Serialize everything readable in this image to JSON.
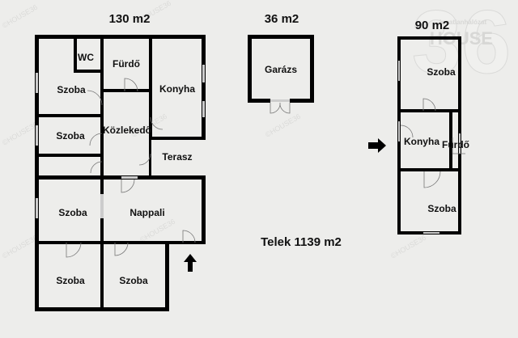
{
  "areas": {
    "main_house": "130 m2",
    "garage": "36 m2",
    "annex": "90 m2",
    "plot": "Telek 1139 m2"
  },
  "main_house_rooms": {
    "wc": "WC",
    "bathroom": "Fürdő",
    "kitchen": "Konyha",
    "room_top": "Szoba",
    "room_mid": "Szoba",
    "hallway": "Közlekedő",
    "terrace": "Terasz",
    "room_left": "Szoba",
    "living_room": "Nappali",
    "room_bottom_left": "Szoba",
    "room_bottom_right": "Szoba"
  },
  "garage_rooms": {
    "garage": "Garázs"
  },
  "annex_rooms": {
    "room_top": "Szoba",
    "kitchen": "Konyha",
    "bathroom": "Fürdő",
    "room_bottom": "Szoba"
  },
  "watermark": "©HOUSE36",
  "logo": {
    "tagline": "Ingatlanhálózat",
    "name": "HOUSE",
    "number": "36"
  },
  "colors": {
    "background": "#ededeb",
    "walls": "#000000"
  }
}
